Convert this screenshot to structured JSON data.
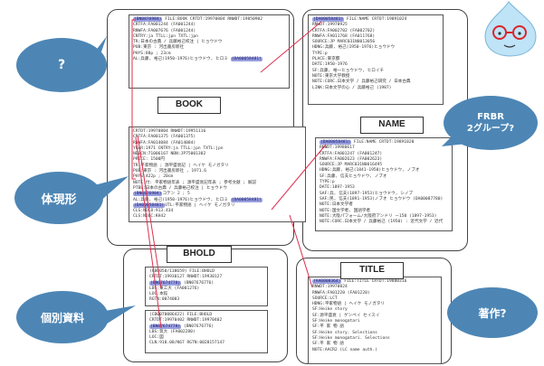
{
  "labels": {
    "book": "BOOK",
    "name": "NAME",
    "bhold": "BHOLD",
    "title": "TITLE"
  },
  "bubbles": {
    "top_left": "?",
    "middle_left": "体現形",
    "bottom_left": "個別資料",
    "top_right_line1": "FRBR",
    "top_right_line2": "2グループ?",
    "bottom_right": "著作?"
  },
  "cards": {
    "book_top": [
      {
        "hl": "(BN0876984)",
        "text": " FILE:BOOK  CRTDT:19970804  RNWDT:19850902"
      },
      {
        "text": "CRTFA:FA001244 (FA001244)"
      },
      {
        "text": "RNWFA:FA007676 (FA001244)"
      },
      {
        "text": "CNTRY:ja  TTLL:jpn  TXTL:jpn"
      },
      {
        "text": "TR:日本の古典 / 兵藤裕己校注 | ヒョウドウ"
      },
      {
        "text": "PUB:東京 : 河出書房新社"
      },
      {
        "text": "PHYS:88p ; 23cm"
      },
      {
        "hl2": "(DA00058481)",
        "text": "AL:兵藤, 裕己(1950-1976)ヒョウドウ, ヒロミ "
      }
    ],
    "name_top": [
      {
        "hl": "(DA00058481)",
        "text": " FILE:NAME  CRTDT:19891024"
      },
      {
        "text": "RNWDT:19970925"
      },
      {
        "text": "CRTFA:FA002702 (FA002702)"
      },
      {
        "text": "RNWFA:FA011768 (FA011768)"
      },
      {
        "text": "SOURCE:JP  MARC031N0013056"
      },
      {
        "text": "HDNG:兵藤, 裕己(1950-1976)ヒョウドウ"
      },
      {
        "text": "TYPE:p"
      },
      {
        "text": "PLACE:東京都"
      },
      {
        "text": "DATE:1950-1976"
      },
      {
        "text": "SF:兵藤, 裕一ヒョウドウ, ヒロイチ"
      },
      {
        "text": "NOTE:東京大学教授"
      },
      {
        "text": "NOTE:CORC.日本文学 / 兵藤裕己研究 / 日本古典"
      },
      {
        "text": "LINK:日本文学の心 / 兵藤裕己 (1987)"
      }
    ],
    "book_mid": [
      {
        "text": "CRTDT:19970804  RNWDT:19951116"
      },
      {
        "text": "CRTFA:FA001375 (FA001375)"
      },
      {
        "text": "RNWFA:FA014084 (FA014084)"
      },
      {
        "text": "YEAR:1971  CNTRY:ja  TTLL:jpn  TXTL:jpn"
      },
      {
        "text": "NDLCN:71006167  NBN:JP75001302"
      },
      {
        "text": "PRICE: 1500円"
      },
      {
        "text": "TR:平家物語 ; 源平盛衰記 | ヘイケ モノガタリ"
      },
      {
        "text": "PUB:東京 : 河出書房新社 , 1971.6"
      },
      {
        "text": "PHYS:422p ; 20cm"
      },
      {
        "text": "NOTE:付: 平家物語年表 ; 源平盛衰記年表 ; 参考文献 ; 解説"
      },
      {
        "text": "PTBL:日本の古典 / 兵藤裕己校注 | ヒョウドウ"
      },
      {
        "hl": "(BN0876984)",
        "text": "コテン   2 ; 5"
      },
      {
        "hl2": "(DA00058481)",
        "text": "AL:兵藤, 裕己(1950-1976)ヒョウドウ, ヒロミ "
      },
      {
        "hl": "(DA00058481)",
        "text": "UTL:平家物語 | ヘイケ モノガタリ "
      },
      {
        "text": "CLS:NDC8:913.434"
      },
      {
        "text": "CLS:NDLC:KH42"
      }
    ],
    "name_mid": [
      {
        "hl": "(DA00058481)",
        "text": " FILE:NAME  CRTDT:19891020"
      },
      {
        "text": "RNWDT:19980617"
      },
      {
        "text": "CRTFA:FA001247 (FA001247)"
      },
      {
        "text": "RNWFA:FA002623 (FA002623)"
      },
      {
        "text": "SOURCE:JP  MARC031N0016495"
      },
      {
        "text": "HDNG:兵藤, 裕己(1841-1950)ヒョウドウ, ノブオ"
      },
      {
        "text": "SF:兵藤, 信夫ヒョウドウ, ノブオ"
      },
      {
        "text": "TYPE:p"
      },
      {
        "text": "DATE:1897-1953"
      },
      {
        "text": "SAF:兵, 信夫(1897-1953)ヒョウドウ, シノブ"
      },
      {
        "text": "SAF:民, 信夫(1891-1953)ノブオ ヒョウドウ (DA00087780)"
      },
      {
        "text": "NOTE:日本文学者"
      },
      {
        "text": "NOTE:国文学者, 国語学者"
      },
      {
        "text": "NOTE:大阪パフォーム/大阪府アンドリ ー150 (1897-1953)"
      },
      {
        "text": "NOTE:CORC.日本文学 / 兵藤裕己 (1950) : 近代文学 / 近代"
      }
    ],
    "bhold_1": [
      {
        "text": "(CB0058/138659)        FILE:BHOLD"
      },
      {
        "text": "CRTDT:19930127  RNWDT:19930127"
      },
      {
        "hl": "(BN07674778)",
        "text": " (BN07676776)"
      },
      {
        "text": "LBS:東工大 (FA001276)"
      },
      {
        "text": "LOC:本館"
      },
      {
        "text": "RGTN:0074003"
      }
    ],
    "bhold_2": [
      {
        "text": "(CB0070086422)         FILE:BHOLD"
      },
      {
        "text": "CRTDT:19970402  RNWDT:19970402"
      },
      {
        "hl": "(BN07674778)",
        "text": " (BN07676776)"
      },
      {
        "text": "LBS:筑大 (FA002280)"
      },
      {
        "text": "LOC:図"
      },
      {
        "text": "CLN:918.08/N67  RGTN:0028157147"
      }
    ],
    "title_card": [
      {
        "hl": "(AA0008364)",
        "text": " FILE:TITLE  CRTDT:19880316"
      },
      {
        "text": "RNWDT:19970824"
      },
      {
        "text": "RNWFA:FA01220 (FA01220)"
      },
      {
        "text": "SOURCE:LCT"
      },
      {
        "text": "HDNG:平家物語 | ヘイケ モノガタリ"
      },
      {
        "text": "SF:Heike story"
      },
      {
        "text": "SF:源平盛衰 | ゲンペイ セイスイ"
      },
      {
        "text": "SF:Heike monogatari"
      },
      {
        "text": "SF:平 家 物 語"
      },
      {
        "text": "SF:Heike story. Selections"
      },
      {
        "text": "SF:Heike monogatari. Selections"
      },
      {
        "text": "SF:平 家 物 語"
      },
      {
        "text": "NOTE:AACR2 (LC name auth.)"
      }
    ]
  },
  "colors": {
    "bubble_fill": "#4d86b5",
    "link_line": "#e03050",
    "highlight": "#9aa0e0",
    "mascot_face": "#bfe3f7",
    "mascot_glasses": "#d8262c"
  },
  "icons": {
    "mascot": "water-drop-character-with-glasses"
  }
}
